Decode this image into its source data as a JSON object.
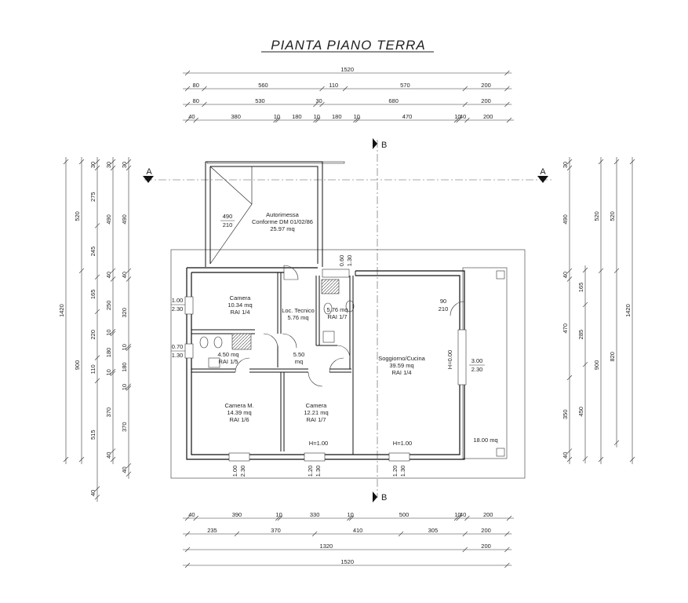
{
  "title": "PIANTA PIANO TERRA",
  "section_marks": {
    "a": "A",
    "b": "B"
  },
  "dims_top": {
    "total": "1520",
    "row2": [
      "80",
      "560",
      "110",
      "570",
      "200"
    ],
    "row3": [
      "80",
      "530",
      "30",
      "680",
      "200"
    ],
    "row4": [
      "40",
      "380",
      "10",
      "180",
      "10",
      "180",
      "10",
      "470",
      "10",
      "40",
      "200"
    ]
  },
  "dims_bottom": {
    "row1": [
      "40",
      "390",
      "10",
      "330",
      "10",
      "500",
      "10",
      "40",
      "200"
    ],
    "row2": [
      "235",
      "370",
      "410",
      "305",
      "200"
    ],
    "row3": [
      "1320",
      "200"
    ],
    "total": "1520"
  },
  "dims_left": {
    "total": "1420",
    "col2": [
      "520",
      "900"
    ],
    "col3": [
      "30",
      "275",
      "245",
      "165",
      "220",
      "110",
      "515",
      "40"
    ],
    "col4": [
      "30",
      "490",
      "40",
      "250",
      "10",
      "180",
      "10",
      "370",
      "40"
    ],
    "col5": [
      "30",
      "490",
      "40",
      "320",
      "10",
      "180",
      "10",
      "370",
      "40"
    ]
  },
  "dims_right": {
    "total": "1420",
    "col2": [
      "520",
      "900"
    ],
    "col3": [
      "165",
      "285",
      "450"
    ],
    "col4": [
      "520",
      "820"
    ],
    "col5": [
      "30",
      "490",
      "40",
      "470",
      "350",
      "40"
    ]
  },
  "rooms": {
    "autorimessa": [
      "Autorimessa",
      "Conforme DM 01/02/86",
      "25.97 mq"
    ],
    "camera1": [
      "Camera",
      "10.34 mq",
      "RAI 1/4"
    ],
    "loc_tecnico": [
      "Loc. Tecnico",
      "5.76 mq"
    ],
    "bath2": [
      "5.76 mq",
      "RAI 1/7"
    ],
    "bath1": [
      "4.50 mq",
      "RAI 1/5"
    ],
    "corridor": [
      "5.50",
      "mq"
    ],
    "soggiorno": [
      "Soggiorno/Cucina",
      "39.59 mq",
      "RAI 1/4"
    ],
    "camera_m": [
      "Camera M.",
      "14.39 mq",
      "RAI 1/6"
    ],
    "camera2": [
      "Camera",
      "12.21 mq",
      "RAI 1/7"
    ],
    "portico": "18.00 mq"
  },
  "openings": {
    "garage_door": [
      "490",
      "210"
    ],
    "camera1_win": [
      "1.00",
      "2.30"
    ],
    "bath1_win": [
      "0.70",
      "1.30"
    ],
    "bath2_win": [
      "0.60",
      "1.30"
    ],
    "liv_door": [
      "90",
      "210"
    ],
    "liv_win": [
      "3.00",
      "2.30"
    ],
    "liv_h": "H=0.00",
    "cm_win": [
      "1.00",
      "2.30"
    ],
    "c2_win": [
      "1.20",
      "1.30"
    ],
    "c2_h": "H=1.00",
    "liv_win_b": [
      "1.20",
      "1.30"
    ],
    "liv_h_b": "H=1.00"
  }
}
